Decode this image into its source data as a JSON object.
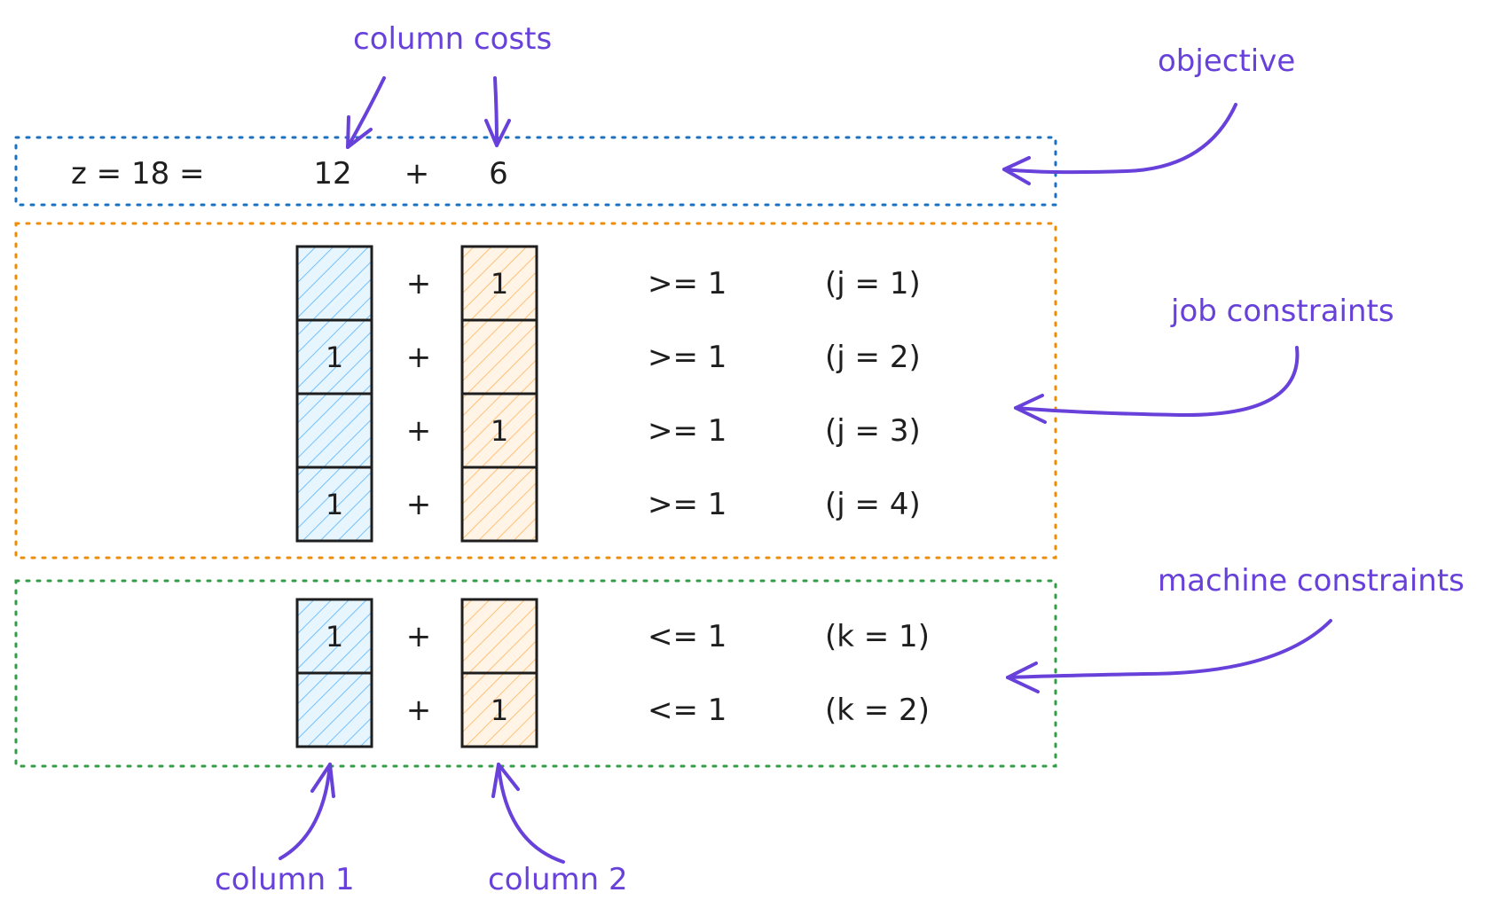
{
  "objective": {
    "label": "z = 18 =",
    "costs": [
      "12",
      "6"
    ],
    "plus": "+"
  },
  "job_rows": [
    {
      "c1": "",
      "c2": "1",
      "plus": "+",
      "rel": ">= 1",
      "idx": "(j = 1)"
    },
    {
      "c1": "1",
      "c2": "",
      "plus": "+",
      "rel": ">= 1",
      "idx": "(j = 2)"
    },
    {
      "c1": "",
      "c2": "1",
      "plus": "+",
      "rel": ">= 1",
      "idx": "(j = 3)"
    },
    {
      "c1": "1",
      "c2": "",
      "plus": "+",
      "rel": ">= 1",
      "idx": "(j = 4)"
    }
  ],
  "machine_rows": [
    {
      "c1": "1",
      "c2": "",
      "plus": "+",
      "rel": "<= 1",
      "idx": "(k = 1)"
    },
    {
      "c1": "",
      "c2": "1",
      "plus": "+",
      "rel": "<= 1",
      "idx": "(k = 2)"
    }
  ],
  "annotations": {
    "column_costs": "column costs",
    "objective": "objective",
    "job_constraints": "job constraints",
    "machine_constraints": "machine constraints",
    "column_1": "column 1",
    "column_2": "column 2"
  },
  "colors": {
    "objective_box": "#1971c2",
    "job_box": "#f08c00",
    "machine_box": "#2f9e44",
    "column1_fill": "#a5d8ff",
    "column2_fill": "#ffd8a8",
    "annotation": "#6741d9",
    "ink": "#1e1e1e"
  }
}
